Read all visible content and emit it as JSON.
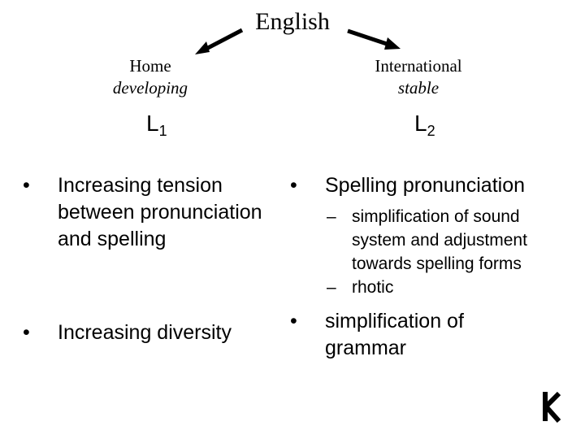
{
  "title": "English",
  "left": {
    "heading": "Home",
    "subheading": "developing",
    "variety": "L",
    "variety_sub": "1",
    "bullets": [
      "Increasing tension between pronunciation and spelling",
      "Increasing diversity"
    ]
  },
  "right": {
    "heading": "International",
    "subheading": "stable",
    "variety": "L",
    "variety_sub": "2",
    "bullets": [
      "Spelling pronunciation",
      "simplification of grammar"
    ],
    "sub_bullets": [
      "simplification of sound system and adjustment towards spelling forms",
      "rhotic"
    ]
  },
  "markers": {
    "bullet": "•",
    "dash": "–"
  },
  "icons": {
    "logo": "corner-logo-icon",
    "arrow_left": "arrow-left-icon",
    "arrow_right": "arrow-right-icon"
  }
}
